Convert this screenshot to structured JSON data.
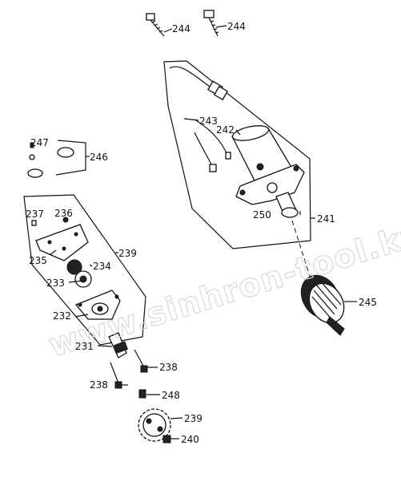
{
  "watermark": "www.sinhron-tool.kz",
  "labels": {
    "p244a": "244",
    "p244b": "244",
    "p243": "243",
    "p242": "242",
    "p247": "247",
    "p246": "246",
    "p237": "237",
    "p236": "236",
    "p239": "239",
    "p235": "235",
    "p234": "234",
    "p233": "233",
    "p232": "232",
    "p250": "250",
    "p241": "241",
    "p245": "245",
    "p231": "231",
    "p238a": "238",
    "p238b": "238",
    "p248": "248",
    "p239b": "239",
    "p240": "240"
  }
}
